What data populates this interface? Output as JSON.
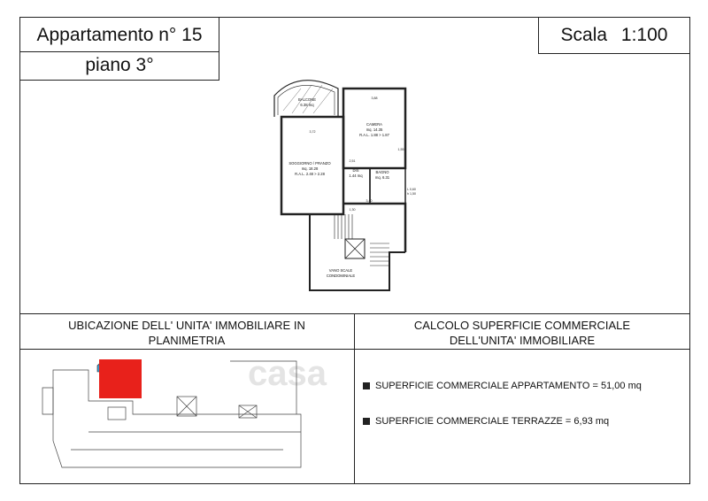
{
  "header": {
    "apartment": "Appartamento n° 15",
    "floor": "piano 3°",
    "scale": "Scala 1:100"
  },
  "plan": {
    "rooms": {
      "balcone": {
        "name": "BALCONE",
        "area": "6.38 mq"
      },
      "camera": {
        "name": "CAMERA",
        "area": "mq. 14.35",
        "ral": "R.A.L. 1.88 > 1.87"
      },
      "soggiorno": {
        "name": "SOGGIORNO / PRANZO",
        "area": "mq. 18.28",
        "ral": "R.A.L. 2.48 > 2.28"
      },
      "dis": {
        "name": "DIS",
        "area": "1.44 mq"
      },
      "bagno": {
        "name": "BAGNO",
        "area": "mq. 6.31"
      },
      "vano_scale": {
        "name": "VANO SCALE",
        "sub": "CONDOMINIALE"
      }
    },
    "dims": {
      "d1": "3,88",
      "d2": "3,72",
      "d3": "3,40",
      "d4": "1,30",
      "d5": "L 0,60",
      "d6": "h 1,50",
      "d7": "2,51",
      "d8": "1,55"
    }
  },
  "sections": {
    "left_title_line1": "UBICAZIONE DELL' UNITA' IMMOBILIARE IN",
    "left_title_line2": "PLANIMETRIA",
    "right_title_line1": "CALCOLO SUPERFICIE COMMERCIALE",
    "right_title_line2": "DELL'UNITA' IMMOBILIARE"
  },
  "legend": {
    "row1": "SUPERFICIE COMMERCIALE APPARTAMENTO = 51,00 mq",
    "row2": "SUPERFICIE COMMERCIALE TERRAZZE = 6,93 mq"
  },
  "watermark": "casa",
  "colors": {
    "unit_fill": "#e8211b",
    "balcony_fill": "#3b9fd6",
    "line": "#222222"
  }
}
